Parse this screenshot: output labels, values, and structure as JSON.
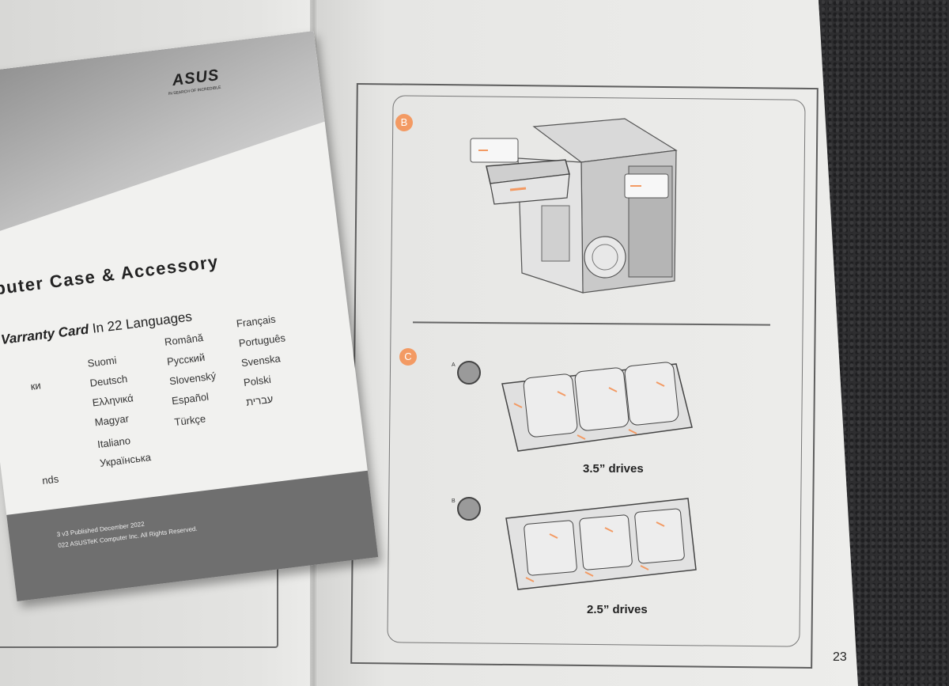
{
  "manual": {
    "step_b": "B",
    "step_c": "C",
    "screw_a": "A",
    "screw_b": "B",
    "caption_35": "3.5” drives",
    "caption_25": "2.5” drives",
    "page_number": "23"
  },
  "booklet": {
    "brand": "ASUS",
    "tagline": "IN SEARCH OF INCREDIBLE",
    "title": "puter Case & Accessory",
    "warranty_bold": "Varranty Card",
    "warranty_rest": " In 22 Languages",
    "languages": {
      "col1": [
        "ки",
        "nds"
      ],
      "col2": [
        "Suomi",
        "Deutsch",
        "Ελληνικά",
        "Magyar",
        "Italiano",
        "Українська"
      ],
      "col3": [
        "Română",
        "Русский",
        "Slovenský",
        "Español",
        "Türkçe"
      ],
      "col4": [
        "Français",
        "Português",
        "Svenska",
        "Polski",
        "עברית"
      ]
    },
    "published": "3 v3 Published December 2022",
    "copyright": "022 ASUSTeK Computer Inc. All Rights Reserved."
  },
  "colors": {
    "accent_orange": "#f39a63",
    "carpet": "#2e2e30"
  }
}
